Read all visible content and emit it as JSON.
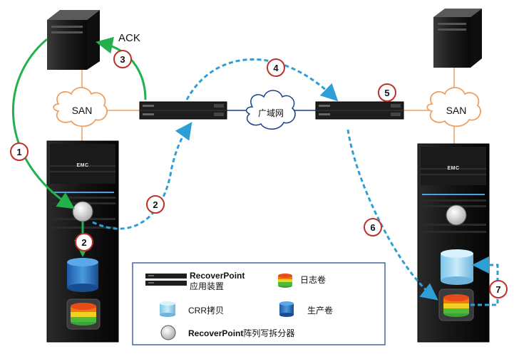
{
  "labels": {
    "ack": "ACK",
    "san_left": "SAN",
    "san_right": "SAN",
    "wan": "广域网",
    "emc_left": "EMC",
    "emc_right": "EMC"
  },
  "steps": [
    "1",
    "2",
    "3",
    "4",
    "5",
    "2",
    "6",
    "7"
  ],
  "legend": {
    "appliance_name": "RecoverPoint",
    "appliance_desc": "应用装置",
    "journal": "日志卷",
    "crr": "CRR拷贝",
    "production": "生产卷",
    "splitter_name": "RecoverPoint",
    "splitter_desc": "阵列写拆分器"
  },
  "colors": {
    "green_path": "#22b14c",
    "blue_path": "#2e9fd6",
    "link_orange": "#f0a060",
    "step_circle": "#c0302a"
  }
}
